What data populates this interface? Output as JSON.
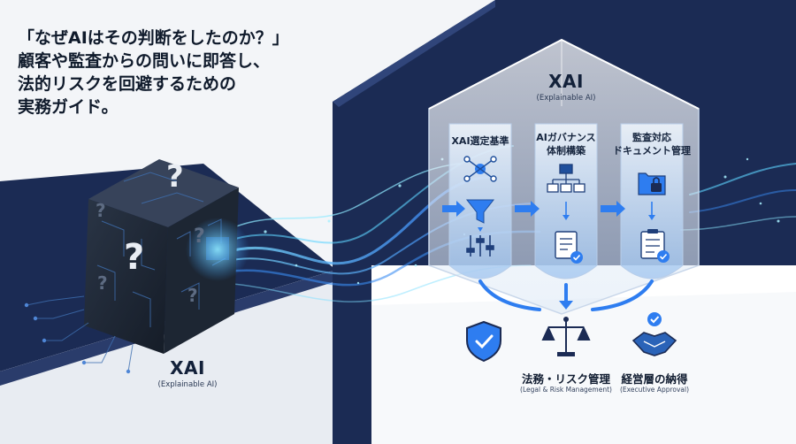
{
  "headline": {
    "line1": "「なぜAIはその判断をしたのか？」",
    "line2": "顧客や監査からの問いに即答し、",
    "line3": "法的リスクを回避するための",
    "line4": "実務ガイド。"
  },
  "cube": {
    "title": "XAI",
    "subtitle": "(Explainable AI)",
    "symbol": "?"
  },
  "house": {
    "title": "XAI",
    "subtitle": "(Explainable AI)",
    "columns": [
      {
        "line1": "XAI選定基準",
        "line2": "",
        "icons": [
          "network-nodes-icon",
          "funnel-icon",
          "sliders-icon"
        ]
      },
      {
        "line1": "AIガバナンス",
        "line2": "体制構築",
        "icons": [
          "org-chart-icon",
          "document-check-icon"
        ]
      },
      {
        "line1": "監査対応",
        "line2": "ドキュメント管理",
        "icons": [
          "locked-folder-icon",
          "clipboard-checklist-icon"
        ]
      }
    ]
  },
  "outcomes": [
    {
      "icon": "shield-check-icon",
      "title": "",
      "subtitle": ""
    },
    {
      "icon": "scales-icon",
      "title": "法務・リスク管理",
      "subtitle": "(Legal & Risk Management)"
    },
    {
      "icon": "handshake-check-icon",
      "title": "経営層の納得",
      "subtitle": "(Executive Approval)"
    }
  ],
  "colors": {
    "navy": "#1b2b54",
    "accent_blue": "#2e7df0",
    "flow_cyan": "#35c8f0",
    "background": "#f3f5f8"
  }
}
